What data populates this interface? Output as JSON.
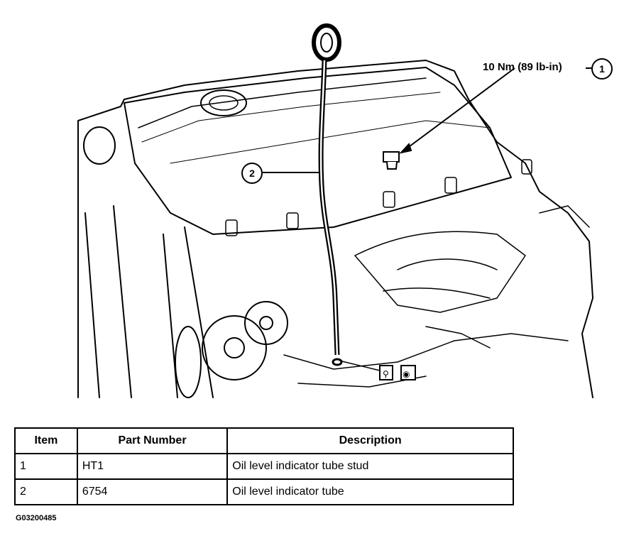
{
  "diagram": {
    "callouts": [
      {
        "number": "1",
        "label": "10 Nm (89 lb-in)"
      },
      {
        "number": "2",
        "label": ""
      }
    ]
  },
  "table": {
    "headers": [
      "Item",
      "Part Number",
      "Description"
    ],
    "rows": [
      [
        "1",
        "HT1",
        "Oil level indicator tube stud"
      ],
      [
        "2",
        "6754",
        "Oil level indicator tube"
      ]
    ]
  },
  "figure_id": "G03200485"
}
